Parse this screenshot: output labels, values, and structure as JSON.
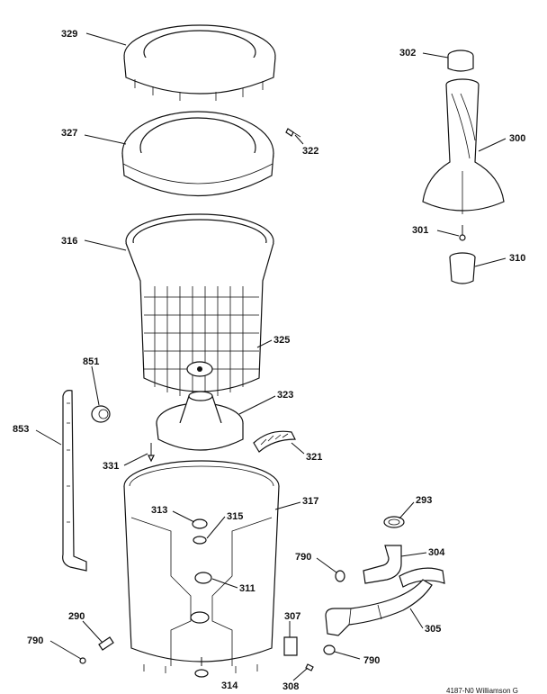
{
  "diagram": {
    "callouts": [
      "329",
      "327",
      "322",
      "316",
      "325",
      "323",
      "321",
      "851",
      "853",
      "331",
      "317",
      "313",
      "315",
      "311",
      "302",
      "300",
      "301",
      "310",
      "293",
      "304",
      "790",
      "305",
      "290",
      "790",
      "307",
      "314",
      "308",
      "790"
    ],
    "footer": "4187-N0  Williamson  G"
  }
}
